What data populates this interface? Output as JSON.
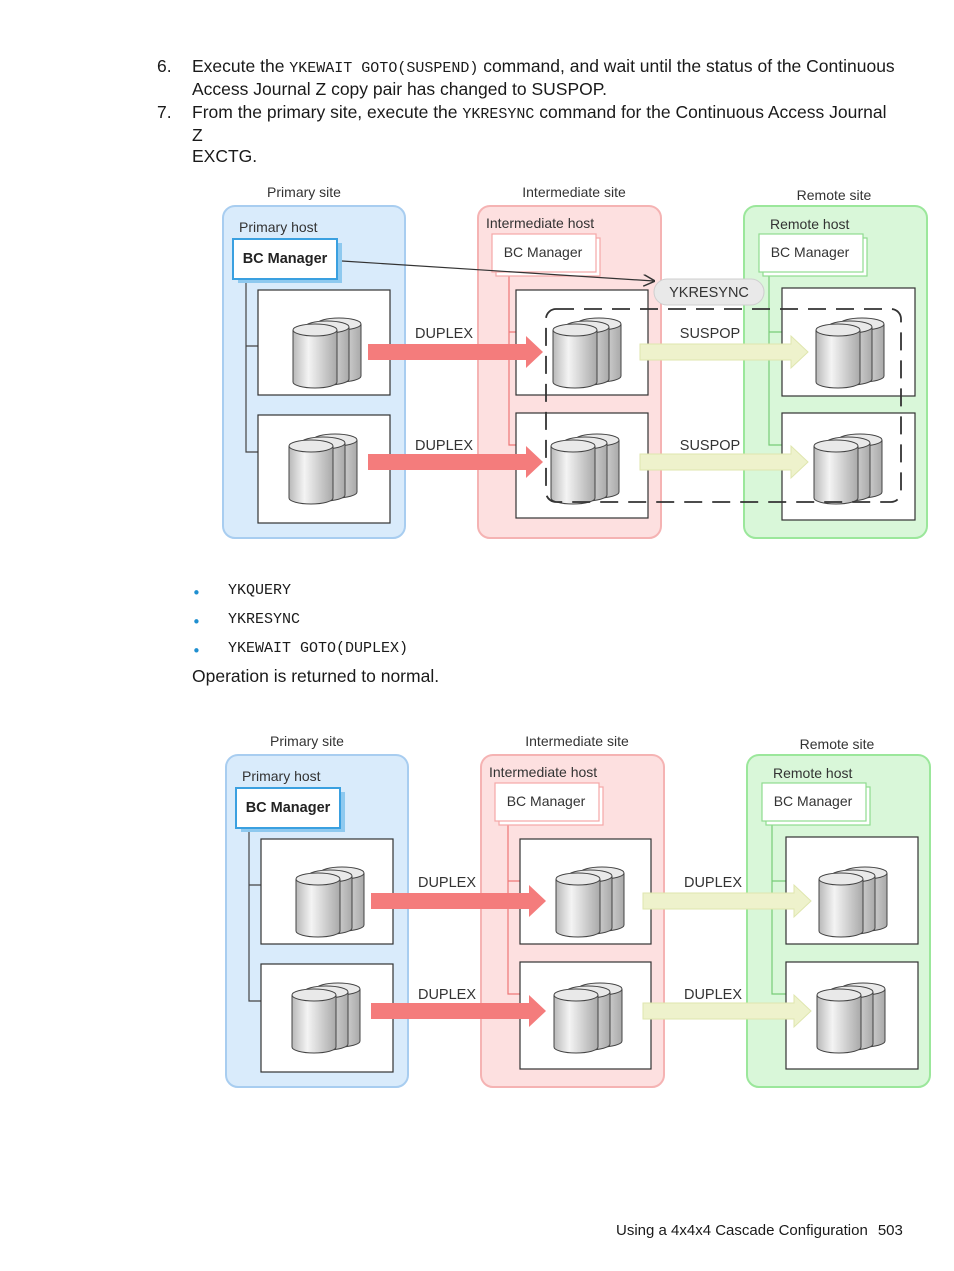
{
  "steps": [
    {
      "num": "6.",
      "pre": "Execute the ",
      "code": "YKEWAIT GOTO(SUSPEND)",
      "post": " command, and wait until the status of the Continuous",
      "line2": "Access Journal Z copy pair has changed to SUSPOP."
    },
    {
      "num": "7.",
      "pre": "From the primary site, execute the ",
      "code": "YKRESYNC",
      "post": " command for the Continuous Access Journal Z",
      "line2": "EXCTG."
    }
  ],
  "diagram1": {
    "primary_site": "Primary site",
    "intermediate_site": "Intermediate site",
    "remote_site": "Remote site",
    "primary_host": "Primary host",
    "intermediate_host": "Intermediate host",
    "remote_host": "Remote host",
    "bc_manager": "BC Manager",
    "command": "YKRESYNC",
    "left_status_1": "DUPLEX",
    "left_status_2": "DUPLEX",
    "right_status_1": "SUSPOP",
    "right_status_2": "SUSPOP"
  },
  "bullets": [
    "YKQUERY",
    "YKRESYNC",
    "YKEWAIT GOTO(DUPLEX)"
  ],
  "bullet_symbol": "•",
  "paragraph": "Operation is returned to normal.",
  "diagram2": {
    "primary_site": "Primary site",
    "intermediate_site": "Intermediate site",
    "remote_site": "Remote site",
    "primary_host": "Primary host",
    "intermediate_host": "Intermediate host",
    "remote_host": "Remote host",
    "bc_manager": "BC Manager",
    "left_status_1": "DUPLEX",
    "left_status_2": "DUPLEX",
    "right_status_1": "DUPLEX",
    "right_status_2": "DUPLEX"
  },
  "footer": {
    "text": "Using a 4x4x4 Cascade Configuration",
    "page": "503"
  },
  "colors": {
    "primary_fill": "#d9ebfb",
    "primary_stroke": "#a8cdf0",
    "intermediate_fill": "#fde0e0",
    "intermediate_stroke": "#f5b3b3",
    "remote_fill": "#d9f7d9",
    "remote_stroke": "#9be79b",
    "red_arrow": "#f47c7c",
    "yellow_arrow": "#eef2cc"
  }
}
